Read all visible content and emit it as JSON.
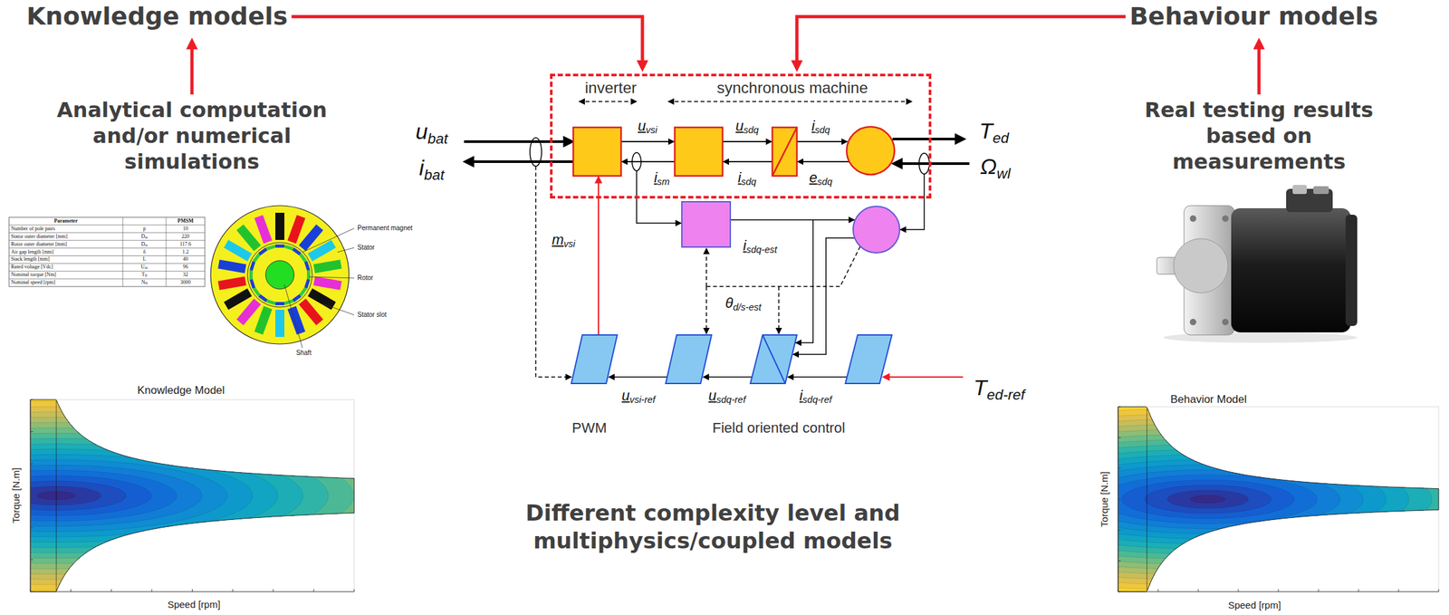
{
  "diagram": {
    "caption": "Different complexity level and multiphysics/coupled models",
    "nodes": [
      {
        "text": [
          "Knowledge models"
        ]
      },
      {
        "text": [
          "Behaviour models"
        ]
      },
      {
        "text": [
          "Analytical computation and/or numerical simulations"
        ]
      },
      {
        "text": [
          "inverter",
          "synchronous machine"
        ]
      },
      {
        "text": [
          "Real testing results based on measurements"
        ]
      }
    ],
    "edges": [
      {
        "from": 2,
        "to": 0,
        "arrow": "to"
      },
      {
        "from": 4,
        "to": 1,
        "arrow": "to"
      },
      {
        "from": 0,
        "to": 3,
        "arrow": "to"
      },
      {
        "from": 1,
        "to": 3,
        "arrow": "to"
      }
    ],
    "labels": [
      "Parameter",
      "PMSM",
      "Number of pole pairs",
      "p",
      "10",
      "Stator outer diameter [mm]",
      "Dse",
      "220",
      "Rotor outer diameter [mm]",
      "Dre",
      "117.6",
      "Air gap length [mm]",
      "δ",
      "1.2",
      "Stack length [mm]",
      "L",
      "40",
      "Rated voltage [Vdc]",
      "Udc",
      "96",
      "Nominal torque [Nm]",
      "TN",
      "32",
      "Nominal speed [rpm]",
      "NN",
      "3000",
      "Permanent magnet",
      "Stator",
      "Rotor",
      "Stator slot",
      "Shaft",
      "ubat",
      "ibat",
      "uvsi",
      "usdq",
      "isdq",
      "ism",
      "isdq",
      "esdq",
      "Ted",
      "Ωwl",
      "mvsi",
      "isdq-est",
      "θd/s-est",
      "uvsi-ref",
      "usdq-ref",
      "isdq-ref",
      "Ted-ref",
      "PWM",
      "Field oriented control",
      "Knowledge Model",
      "Torque [N.m]",
      "Speed [rpm]",
      "Behavior Model",
      "Torque [N.m]",
      "Speed [rpm]"
    ]
  }
}
